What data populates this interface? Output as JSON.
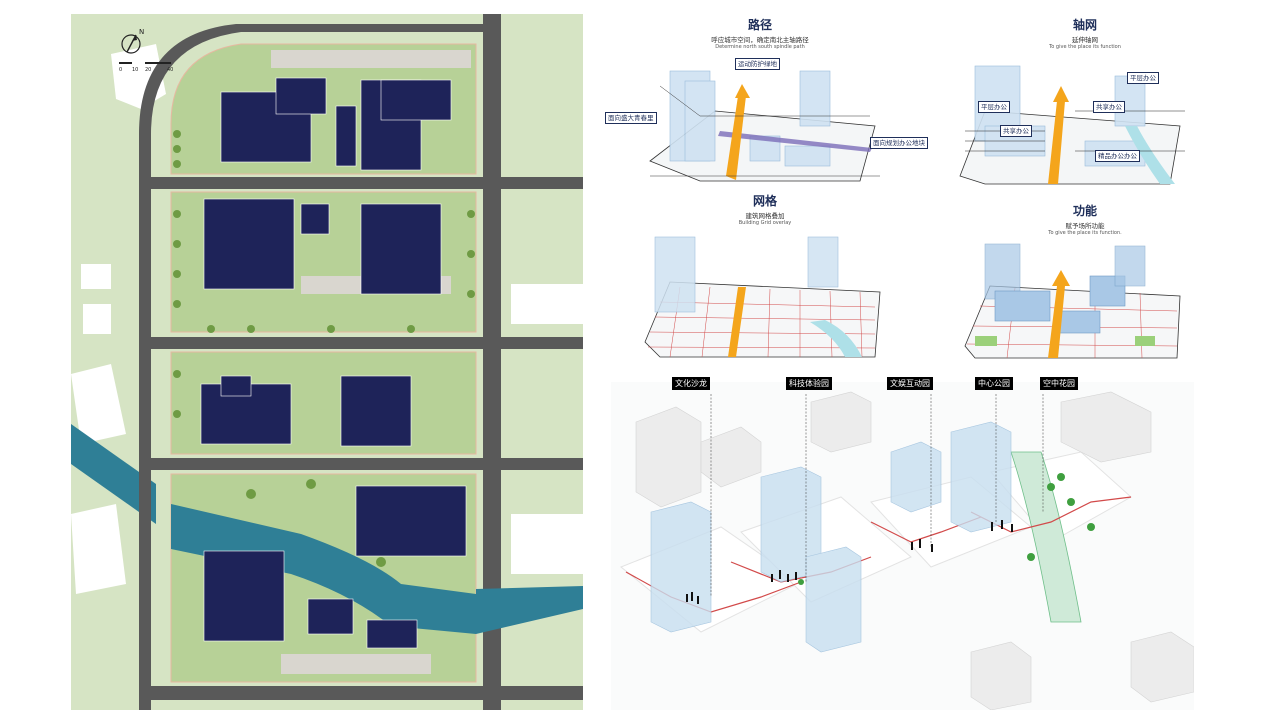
{
  "master_plan": {
    "north_symbol": "N",
    "scale_labels": [
      "0",
      "10",
      "20",
      "40"
    ]
  },
  "diagrams": {
    "path": {
      "title": "路径",
      "subtitle": "呼应城市空间，确定南北主轴路径",
      "subtitle_en": "Determine north south spindle path",
      "labels": [
        "运动防护绿地",
        "面向盛大青春里",
        "面向规划办公地块"
      ]
    },
    "axis": {
      "title": "轴网",
      "subtitle": "延伸轴网",
      "subtitle_en": "To give the place its function",
      "labels": [
        "平层办公",
        "平层办公",
        "共享办公",
        "共享办公",
        "精品办公办公"
      ]
    },
    "grid": {
      "title": "网格",
      "subtitle": "建筑网格叠加",
      "subtitle_en": "Building Grid overlay"
    },
    "function": {
      "title": "功能",
      "subtitle": "赋予场所功能",
      "subtitle_en": "To give the place its function."
    }
  },
  "zones": [
    "文化沙龙",
    "科技体验园",
    "文娱互动园",
    "中心公园",
    "空中花园"
  ],
  "colors": {
    "navy": "#1f2f5a",
    "road": "#595959",
    "greenery": "#a9c98a",
    "water": "#2f7f96",
    "building": "#1e2359",
    "accent_orange": "#f4a51c",
    "grid_red": "#d24a4a"
  }
}
